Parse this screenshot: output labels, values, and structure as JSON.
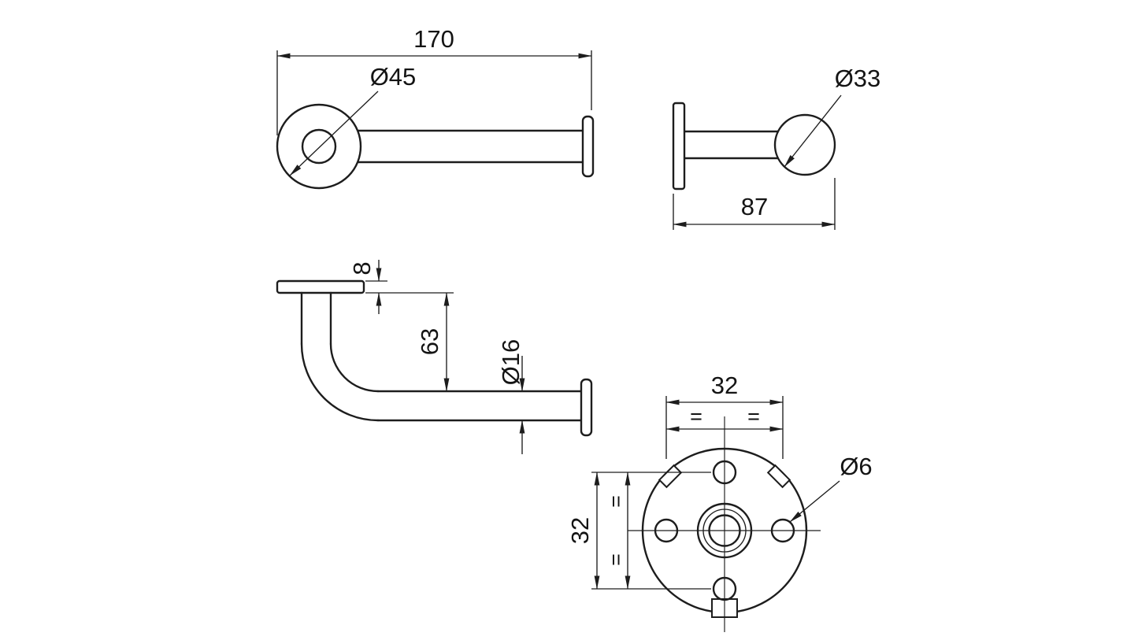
{
  "meta": {
    "type": "technical-drawing",
    "background_color": "#ffffff",
    "line_color": "#1d1d1d"
  },
  "views": {
    "front": {
      "length": "170",
      "flange_diameter": "Ø45"
    },
    "side": {
      "depth": "87",
      "end_disc_diameter": "Ø33"
    },
    "profile": {
      "plate_thickness": "8",
      "drop_height": "63",
      "tube_diameter": "Ø16"
    },
    "back": {
      "hole_pitch_horizontal": "32",
      "hole_pitch_vertical": "32",
      "hole_diameter": "Ø6",
      "equal": "="
    }
  }
}
